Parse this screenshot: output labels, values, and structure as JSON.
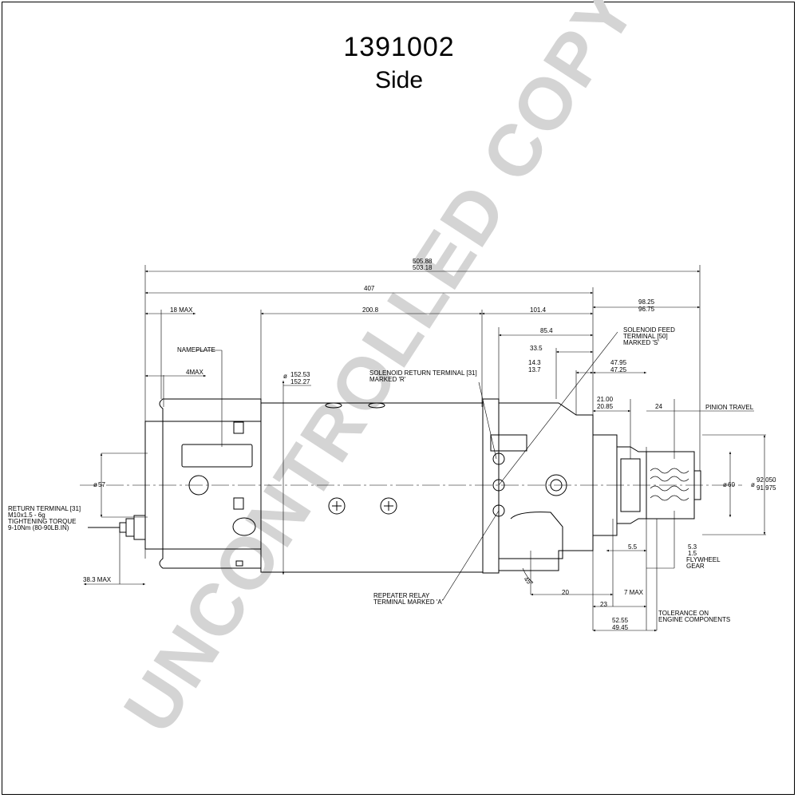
{
  "header": {
    "part_number": "1391002",
    "view": "Side"
  },
  "watermark": {
    "text": "UNCONTROLLED COPY",
    "color": "#d4d4d4"
  },
  "dimensions": {
    "overall_max": "505.88",
    "overall_min": "503.18",
    "length_407": "407",
    "length_200_8": "200.8",
    "length_101_4": "101.4",
    "d98_25": "98.25",
    "d96_75": "96.75",
    "d18max": "18 MAX",
    "d85_4": "85.4",
    "d33_5": "33.5",
    "d4max": "4MAX",
    "d14_3": "14.3",
    "d13_7": "13.7",
    "d47_95": "47.95",
    "d47_25": "47.25",
    "dia152_53": "152.53",
    "dia152_27": "152.27",
    "d21_00": "21.00",
    "d20_85": "20.85",
    "d24": "24",
    "dia57": "57",
    "dia60": "60",
    "dia92_050": "92.050",
    "dia91_975": "91.975",
    "d5_5": "5.5",
    "d5_3": "5.3",
    "d1_5": "1.5",
    "d20": "20",
    "d7max": "7 MAX",
    "d23": "23",
    "d52_55": "52.55",
    "d49_45": "49.45",
    "d38_3max": "38.3 MAX",
    "angle45": "45°"
  },
  "labels": {
    "nameplate": "NAMEPLATE",
    "pinion_travel": "PINION TRAVEL",
    "solenoid_feed_1": "SOLENOID FEED",
    "solenoid_feed_2": "TERMINAL [50]",
    "solenoid_feed_3": "MARKED 'S'",
    "solenoid_return_1": "SOLENOID RETURN TERMINAL [31]",
    "solenoid_return_2": "MARKED 'R'",
    "return_terminal_1": "RETURN TERMINAL [31]",
    "return_terminal_2": "M10x1.5 - 6g",
    "return_terminal_3": "TIGHTENING TORQUE",
    "return_terminal_4": "9-10Nm  (80-90LB.IN)",
    "repeater_1": "REPEATER RELAY",
    "repeater_2": "TERMINAL MARKED 'A'",
    "flywheel_1": "FLYWHEEL",
    "flywheel_2": "GEAR",
    "tolerance_1": "TOLERANCE ON",
    "tolerance_2": "ENGINE COMPONENTS"
  }
}
